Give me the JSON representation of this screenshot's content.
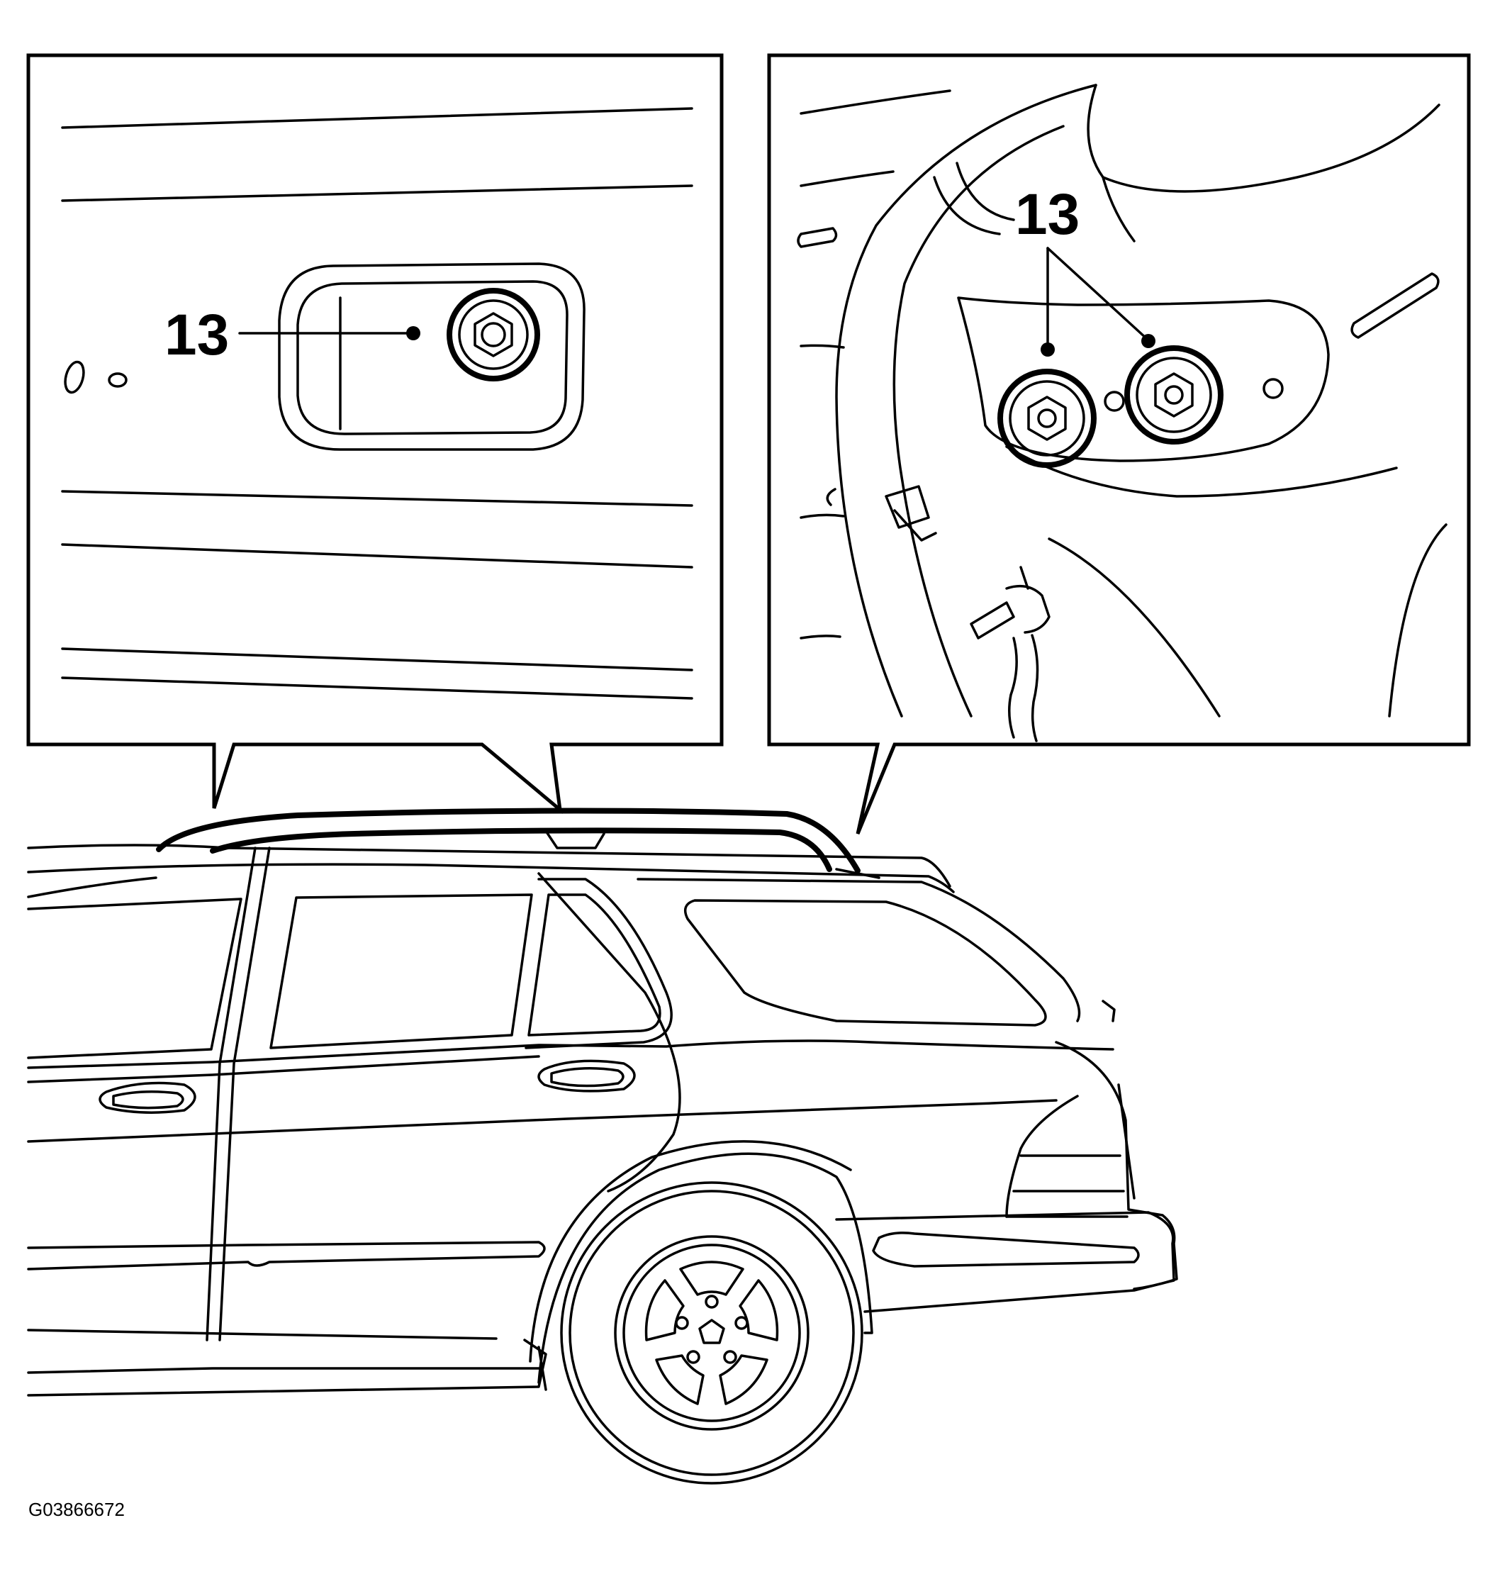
{
  "callouts": {
    "left_panel_label": "13",
    "right_panel_label": "13"
  },
  "figure_id": "G03866672"
}
